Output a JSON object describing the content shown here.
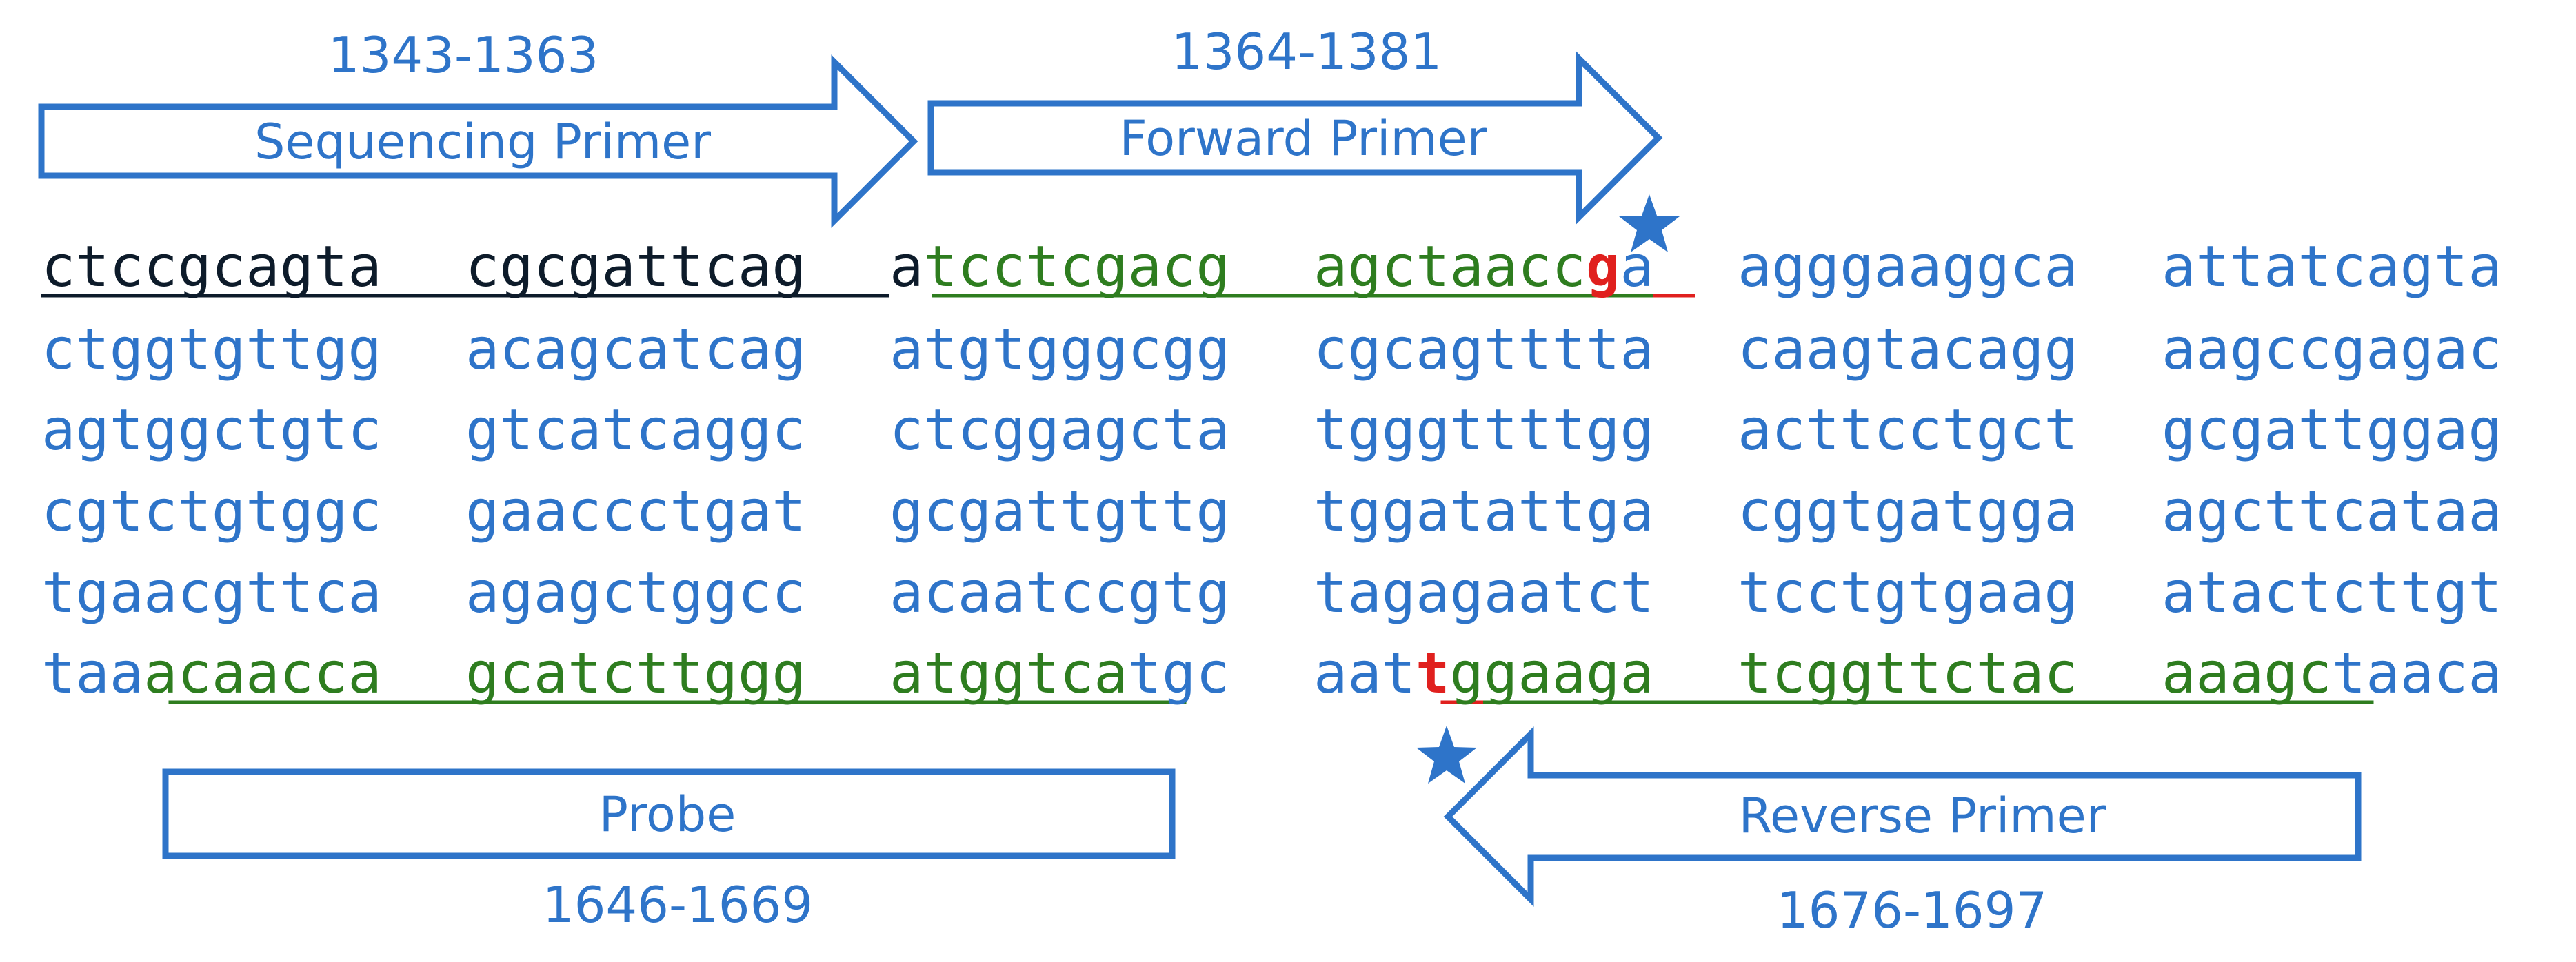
{
  "colors": {
    "blue": "#2e74c9",
    "black": "#0d1b2a",
    "green": "#2e7d1f",
    "red": "#e0201e"
  },
  "arrows": [
    {
      "id": "sequencing-primer",
      "label": "Sequencing Primer",
      "range": "1343-1363",
      "direction": "right"
    },
    {
      "id": "forward-primer",
      "label": "Forward Primer",
      "range": "1364-1381",
      "direction": "right"
    },
    {
      "id": "probe",
      "label": "Probe",
      "range": "1646-1669",
      "direction": "none"
    },
    {
      "id": "reverse-primer",
      "label": "Reverse Primer",
      "range": "1676-1697",
      "direction": "left"
    }
  ],
  "markers": [
    {
      "icon": "star-icon",
      "position": "above-snp-g"
    },
    {
      "icon": "star-icon",
      "position": "below-snp-t"
    }
  ],
  "sequence_rows": [
    [
      [
        {
          "t": "ctccgcagta",
          "c": "black",
          "u": true
        }
      ],
      [
        {
          "t": "cgcgattcag",
          "c": "black",
          "u": true
        }
      ],
      [
        {
          "t": "a",
          "c": "black",
          "u": false
        },
        {
          "t": "tcctcgacg",
          "c": "green",
          "u": true
        }
      ],
      [
        {
          "t": "agctaacc",
          "c": "green",
          "u": true
        },
        {
          "t": "g",
          "c": "red",
          "u": true,
          "b": true
        },
        {
          "t": "a",
          "c": "blue",
          "u": false
        }
      ],
      [
        {
          "t": "agggaaggca",
          "c": "blue",
          "u": false
        }
      ],
      [
        {
          "t": "attatcagta",
          "c": "blue",
          "u": false
        }
      ]
    ],
    [
      [
        {
          "t": "ctggtgttgg",
          "c": "blue"
        }
      ],
      [
        {
          "t": "acagcatcag",
          "c": "blue"
        }
      ],
      [
        {
          "t": "atgtgggcgg",
          "c": "blue"
        }
      ],
      [
        {
          "t": "cgcagtttta",
          "c": "blue"
        }
      ],
      [
        {
          "t": "caagtacagg",
          "c": "blue"
        }
      ],
      [
        {
          "t": "aagccgagac",
          "c": "blue"
        }
      ]
    ],
    [
      [
        {
          "t": "agtggctgtc",
          "c": "blue"
        }
      ],
      [
        {
          "t": "gtcatcaggc",
          "c": "blue"
        }
      ],
      [
        {
          "t": "ctcggagcta",
          "c": "blue"
        }
      ],
      [
        {
          "t": "tgggttttgg",
          "c": "blue"
        }
      ],
      [
        {
          "t": "acttcctgct",
          "c": "blue"
        }
      ],
      [
        {
          "t": "gcgattggag",
          "c": "blue"
        }
      ]
    ],
    [
      [
        {
          "t": "cgtctgtggc",
          "c": "blue"
        }
      ],
      [
        {
          "t": "gaaccctgat",
          "c": "blue"
        }
      ],
      [
        {
          "t": "gcgattgttg",
          "c": "blue"
        }
      ],
      [
        {
          "t": "tggatattga",
          "c": "blue"
        }
      ],
      [
        {
          "t": "cggtgatgga",
          "c": "blue"
        }
      ],
      [
        {
          "t": "agcttcataa",
          "c": "blue"
        }
      ]
    ],
    [
      [
        {
          "t": "tgaacgttca",
          "c": "blue"
        }
      ],
      [
        {
          "t": "agagctggcc",
          "c": "blue"
        }
      ],
      [
        {
          "t": "acaatccgtg",
          "c": "blue"
        }
      ],
      [
        {
          "t": "tagagaatct",
          "c": "blue"
        }
      ],
      [
        {
          "t": "tcctgtgaag",
          "c": "blue"
        }
      ],
      [
        {
          "t": "atactcttgt",
          "c": "blue"
        }
      ]
    ],
    [
      [
        {
          "t": "taa",
          "c": "blue",
          "u": false
        },
        {
          "t": "acaacca",
          "c": "green",
          "u": true
        }
      ],
      [
        {
          "t": "gcatcttggg",
          "c": "green",
          "u": true
        }
      ],
      [
        {
          "t": "atggtca",
          "c": "green",
          "u": true
        },
        {
          "t": "tgc",
          "c": "blue",
          "u": false
        }
      ],
      [
        {
          "t": "aat",
          "c": "blue",
          "u": false
        },
        {
          "t": "t",
          "c": "red",
          "u": true,
          "b": true
        },
        {
          "t": "ggaaga",
          "c": "green",
          "u": true
        }
      ],
      [
        {
          "t": "tcggttctac",
          "c": "green",
          "u": true
        }
      ],
      [
        {
          "t": "aaagc",
          "c": "green",
          "u": true
        },
        {
          "t": "taaca",
          "c": "blue",
          "u": false
        }
      ]
    ]
  ]
}
